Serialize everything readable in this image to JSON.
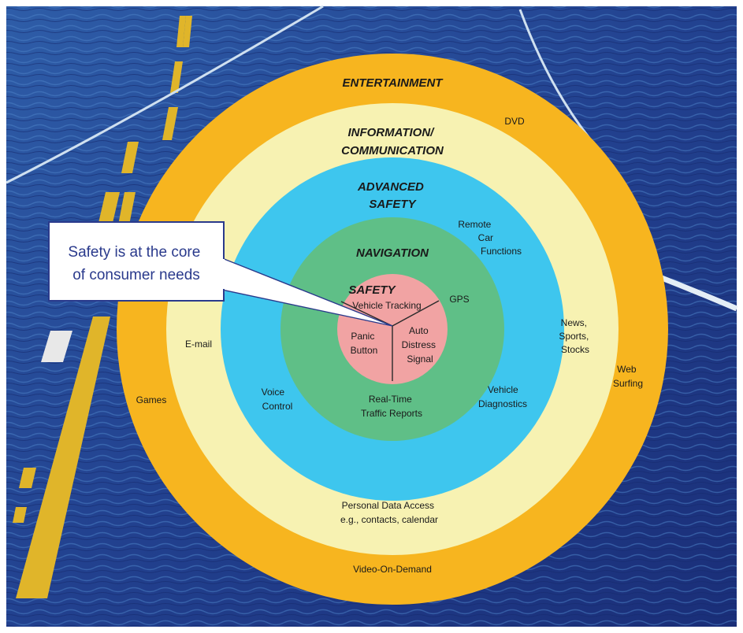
{
  "diagram": {
    "rings": [
      {
        "key": "entertainment",
        "title": "ENTERTAINMENT",
        "color": "#F7B51F"
      },
      {
        "key": "information",
        "title_lines": [
          "INFORMATION/",
          "COMMUNICATION"
        ],
        "color": "#F7F2B2"
      },
      {
        "key": "advanced_safety",
        "title_lines": [
          "ADVANCED",
          "SAFETY"
        ],
        "color": "#3EC6EE"
      },
      {
        "key": "navigation",
        "title": "NAVIGATION",
        "color": "#5FBF87"
      },
      {
        "key": "safety",
        "title": "SAFETY",
        "color": "#F1A3A3"
      }
    ],
    "items": {
      "dvd": "DVD",
      "web_surfing": [
        "Web",
        "Surfing"
      ],
      "games": "Games",
      "video_on_demand": "Video-On-Demand",
      "email": "E-mail",
      "news": [
        "News,",
        "Sports,",
        "Stocks"
      ],
      "personal_data": [
        "Personal Data Access",
        "e.g., contacts, calendar"
      ],
      "remote_car": [
        "Remote",
        "Car",
        "Functions"
      ],
      "voice_control": [
        "Voice",
        "Control"
      ],
      "vehicle_diagnostics": [
        "Vehicle",
        "Diagnostics"
      ],
      "gps": "GPS",
      "real_time_traffic": [
        "Real-Time",
        "Traffic Reports"
      ],
      "vehicle_tracking": "Vehicle Tracking",
      "panic_button": [
        "Panic",
        "Button"
      ],
      "auto_distress": [
        "Auto",
        "Distress",
        "Signal"
      ]
    },
    "callout": [
      "Safety is at the core",
      "of consumer needs"
    ]
  },
  "colors": {
    "background_sea": "#1F3B8C",
    "road_lines": "#E0B52A",
    "callout_border": "#2a3a8c",
    "callout_text": "#2a3a8c"
  }
}
